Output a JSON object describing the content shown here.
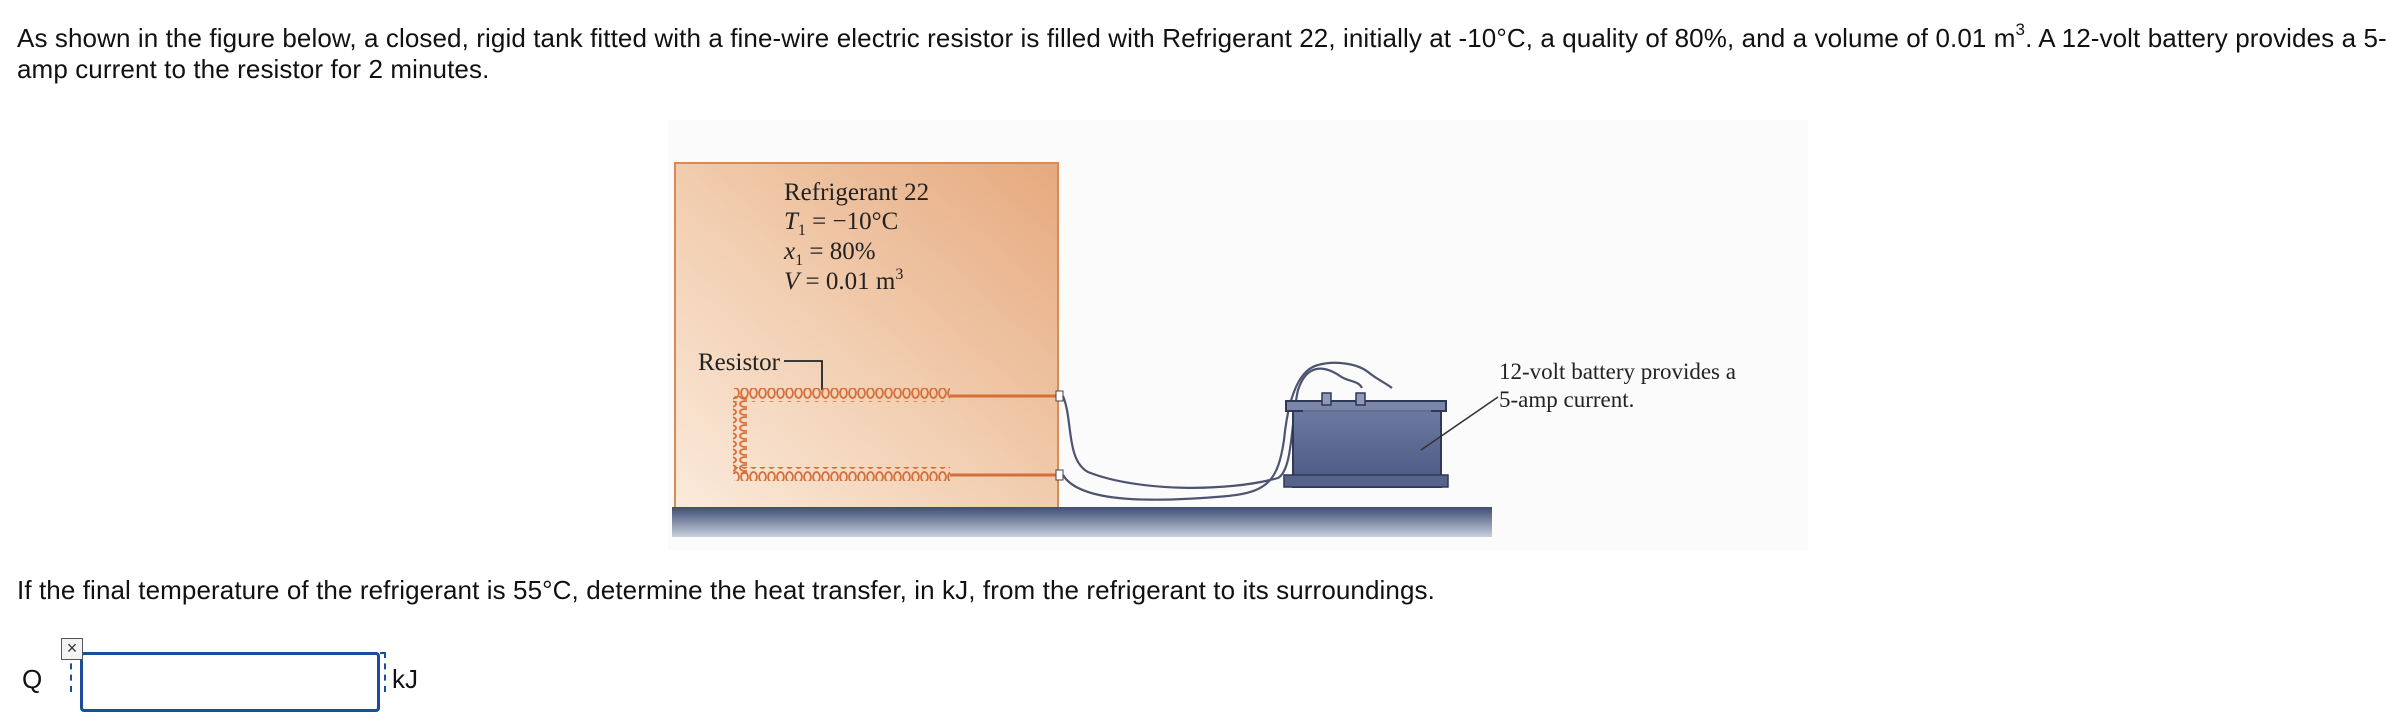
{
  "problem": {
    "intro_part1": "As shown in the figure below, a closed, rigid tank fitted with a fine-wire electric resistor is filled with Refrigerant 22, initially at -10°C, a quality of 80%, and a volume of 0.01 m",
    "intro_sup": "3",
    "intro_part2": ". A 12-volt battery provides a 5-amp current to the resistor for 2 minutes.",
    "question": "If the final temperature of the refrigerant is 55°C, determine the heat transfer, in kJ, from the refrigerant to its surroundings."
  },
  "figure": {
    "tank_line1": "Refrigerant 22",
    "tank_line2_var": "T",
    "tank_line2_sub": "1",
    "tank_line2_rest": " = −10°C",
    "tank_line3_var": "x",
    "tank_line3_sub": "1",
    "tank_line3_rest": " = 80%",
    "tank_line4_var": "V",
    "tank_line4_rest": " = 0.01 m",
    "tank_line4_sup": "3",
    "resistor_label": "Resistor",
    "battery_label_line1": "12-volt battery provides a",
    "battery_label_line2": "5-amp current."
  },
  "answer": {
    "prefix": "Q",
    "value": "",
    "unit": "kJ"
  },
  "colors": {
    "tank_fill": "#efc7a6",
    "tank_border": "#d98a55",
    "coil": "#d46f3a",
    "battery": "#5b6a91",
    "floor": "#4c5a82",
    "input_border": "#1a4d9c"
  }
}
